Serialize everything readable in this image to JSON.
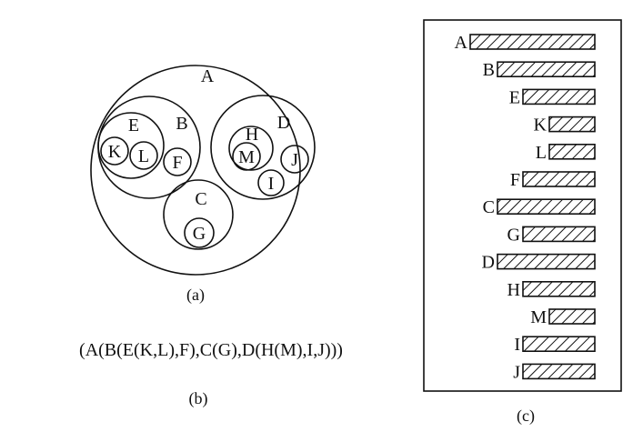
{
  "figure_a": {
    "caption": "(a)",
    "nodes": {
      "A": "A",
      "B": "B",
      "C": "C",
      "D": "D",
      "E": "E",
      "F": "F",
      "G": "G",
      "H": "H",
      "I": "I",
      "J": "J",
      "K": "K",
      "L": "L",
      "M": "M"
    }
  },
  "figure_b": {
    "caption": "(b)",
    "expression": "(A(B(E(K,L),F),C(G),D(H(M),I,J)))"
  },
  "figure_c": {
    "caption": "(c)",
    "rows": [
      {
        "label": "A"
      },
      {
        "label": "B"
      },
      {
        "label": "E"
      },
      {
        "label": "K"
      },
      {
        "label": "L"
      },
      {
        "label": "F"
      },
      {
        "label": "C"
      },
      {
        "label": "G"
      },
      {
        "label": "D"
      },
      {
        "label": "H"
      },
      {
        "label": "M"
      },
      {
        "label": "I"
      },
      {
        "label": "J"
      }
    ]
  }
}
